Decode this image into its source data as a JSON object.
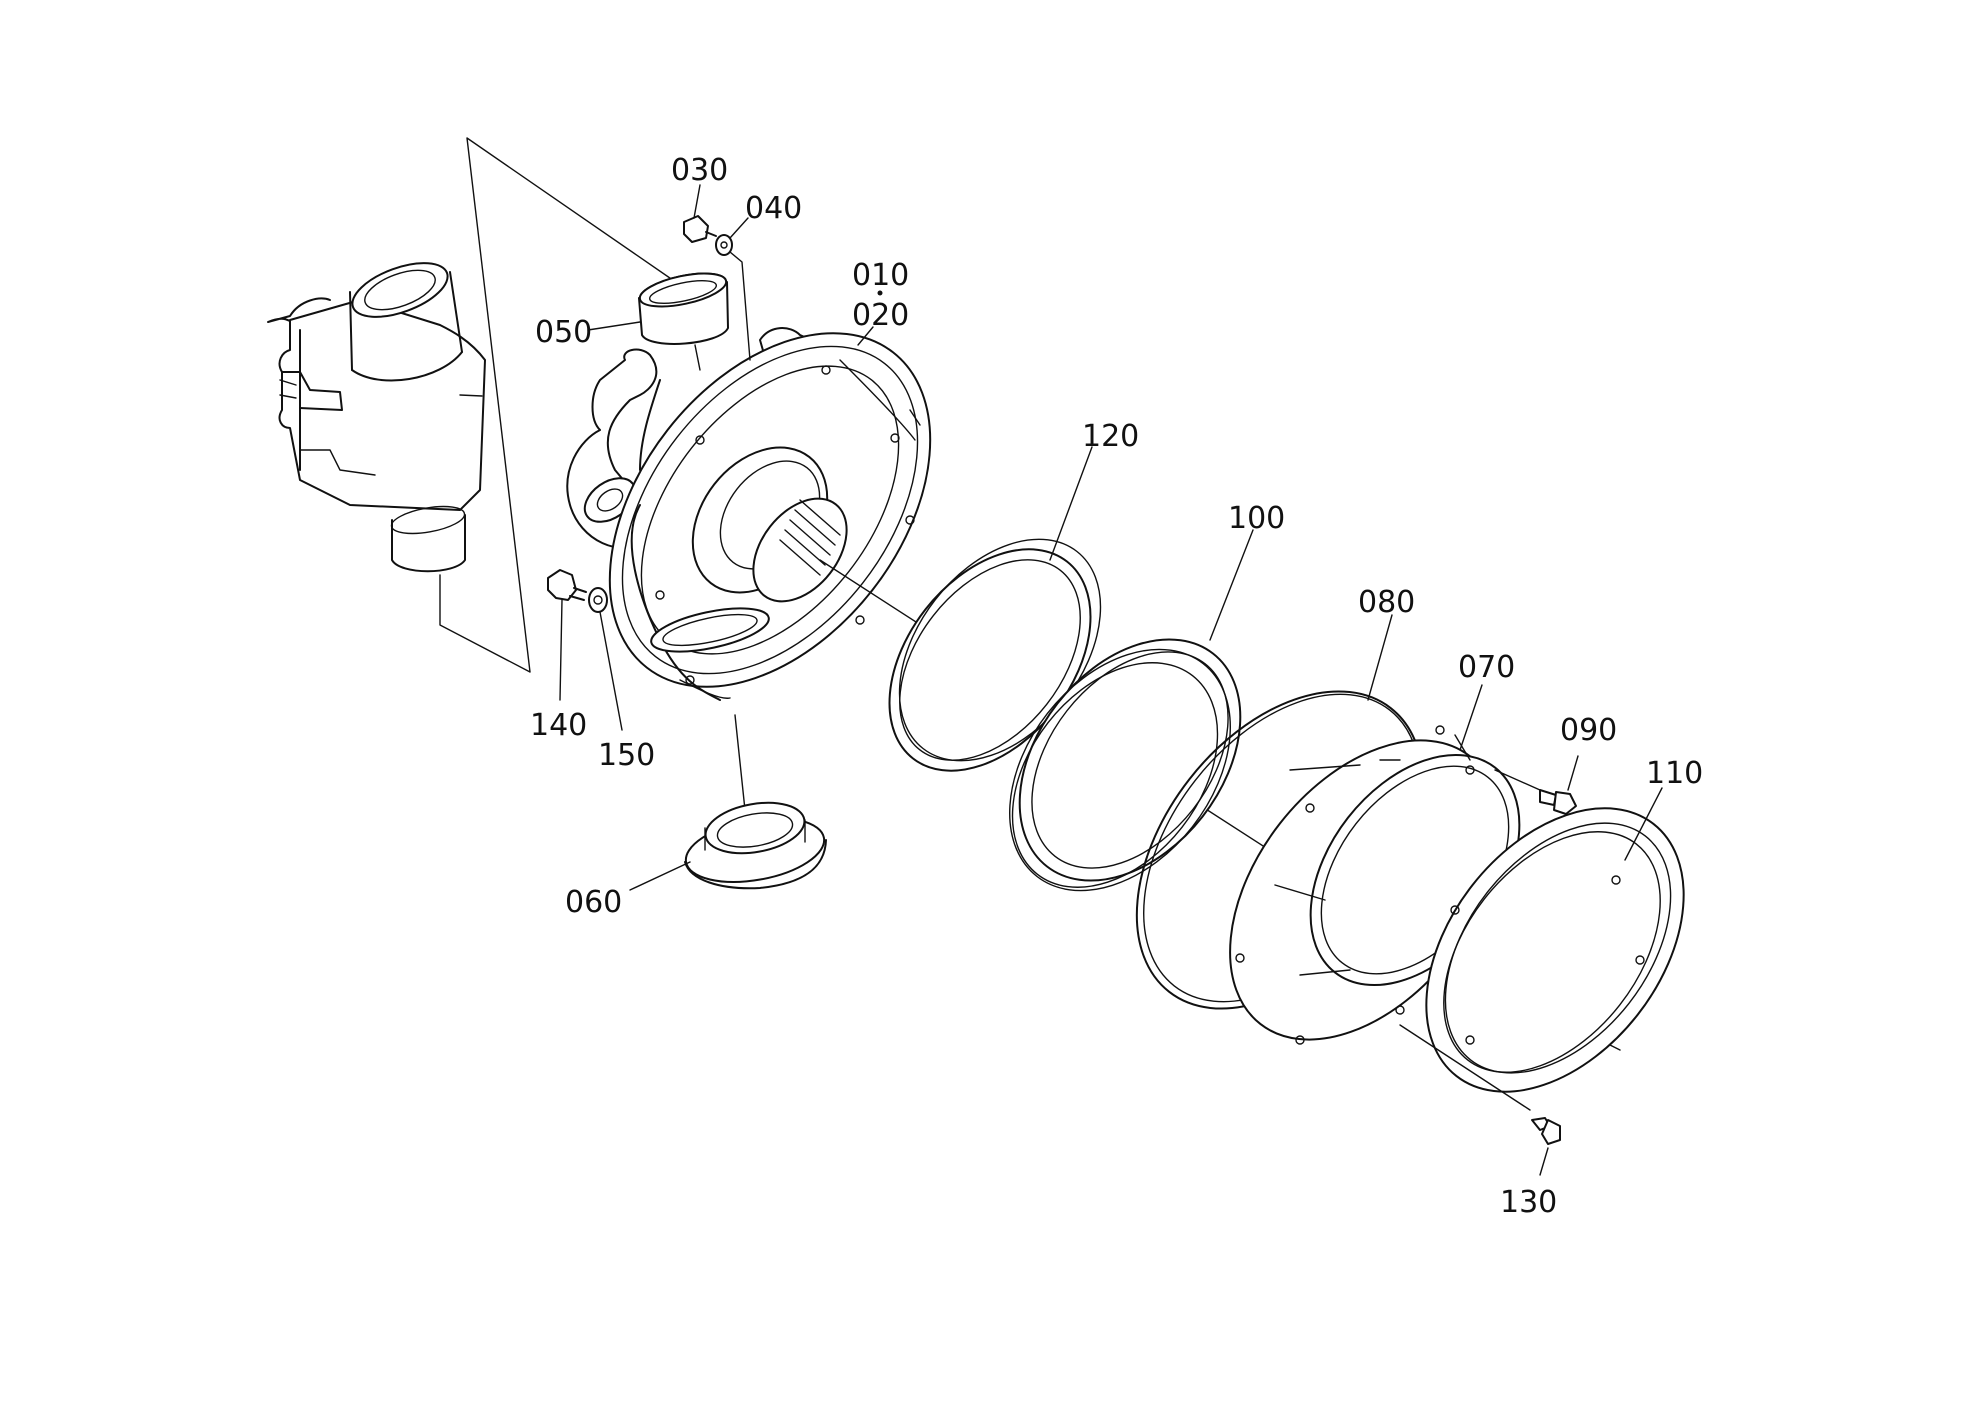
{
  "diagram": {
    "part_labels": [
      {
        "id": "p010",
        "text": "010"
      },
      {
        "id": "p020",
        "text": "020"
      },
      {
        "id": "p030",
        "text": "030"
      },
      {
        "id": "p040",
        "text": "040"
      },
      {
        "id": "p050",
        "text": "050"
      },
      {
        "id": "p060",
        "text": "060"
      },
      {
        "id": "p070",
        "text": "070"
      },
      {
        "id": "p080",
        "text": "080"
      },
      {
        "id": "p090",
        "text": "090"
      },
      {
        "id": "p100",
        "text": "100"
      },
      {
        "id": "p110",
        "text": "110"
      },
      {
        "id": "p120",
        "text": "120"
      },
      {
        "id": "p130",
        "text": "130"
      },
      {
        "id": "p140",
        "text": "140"
      },
      {
        "id": "p150",
        "text": "150"
      }
    ]
  },
  "colors": {
    "ink": "#111111",
    "background": "#ffffff"
  }
}
